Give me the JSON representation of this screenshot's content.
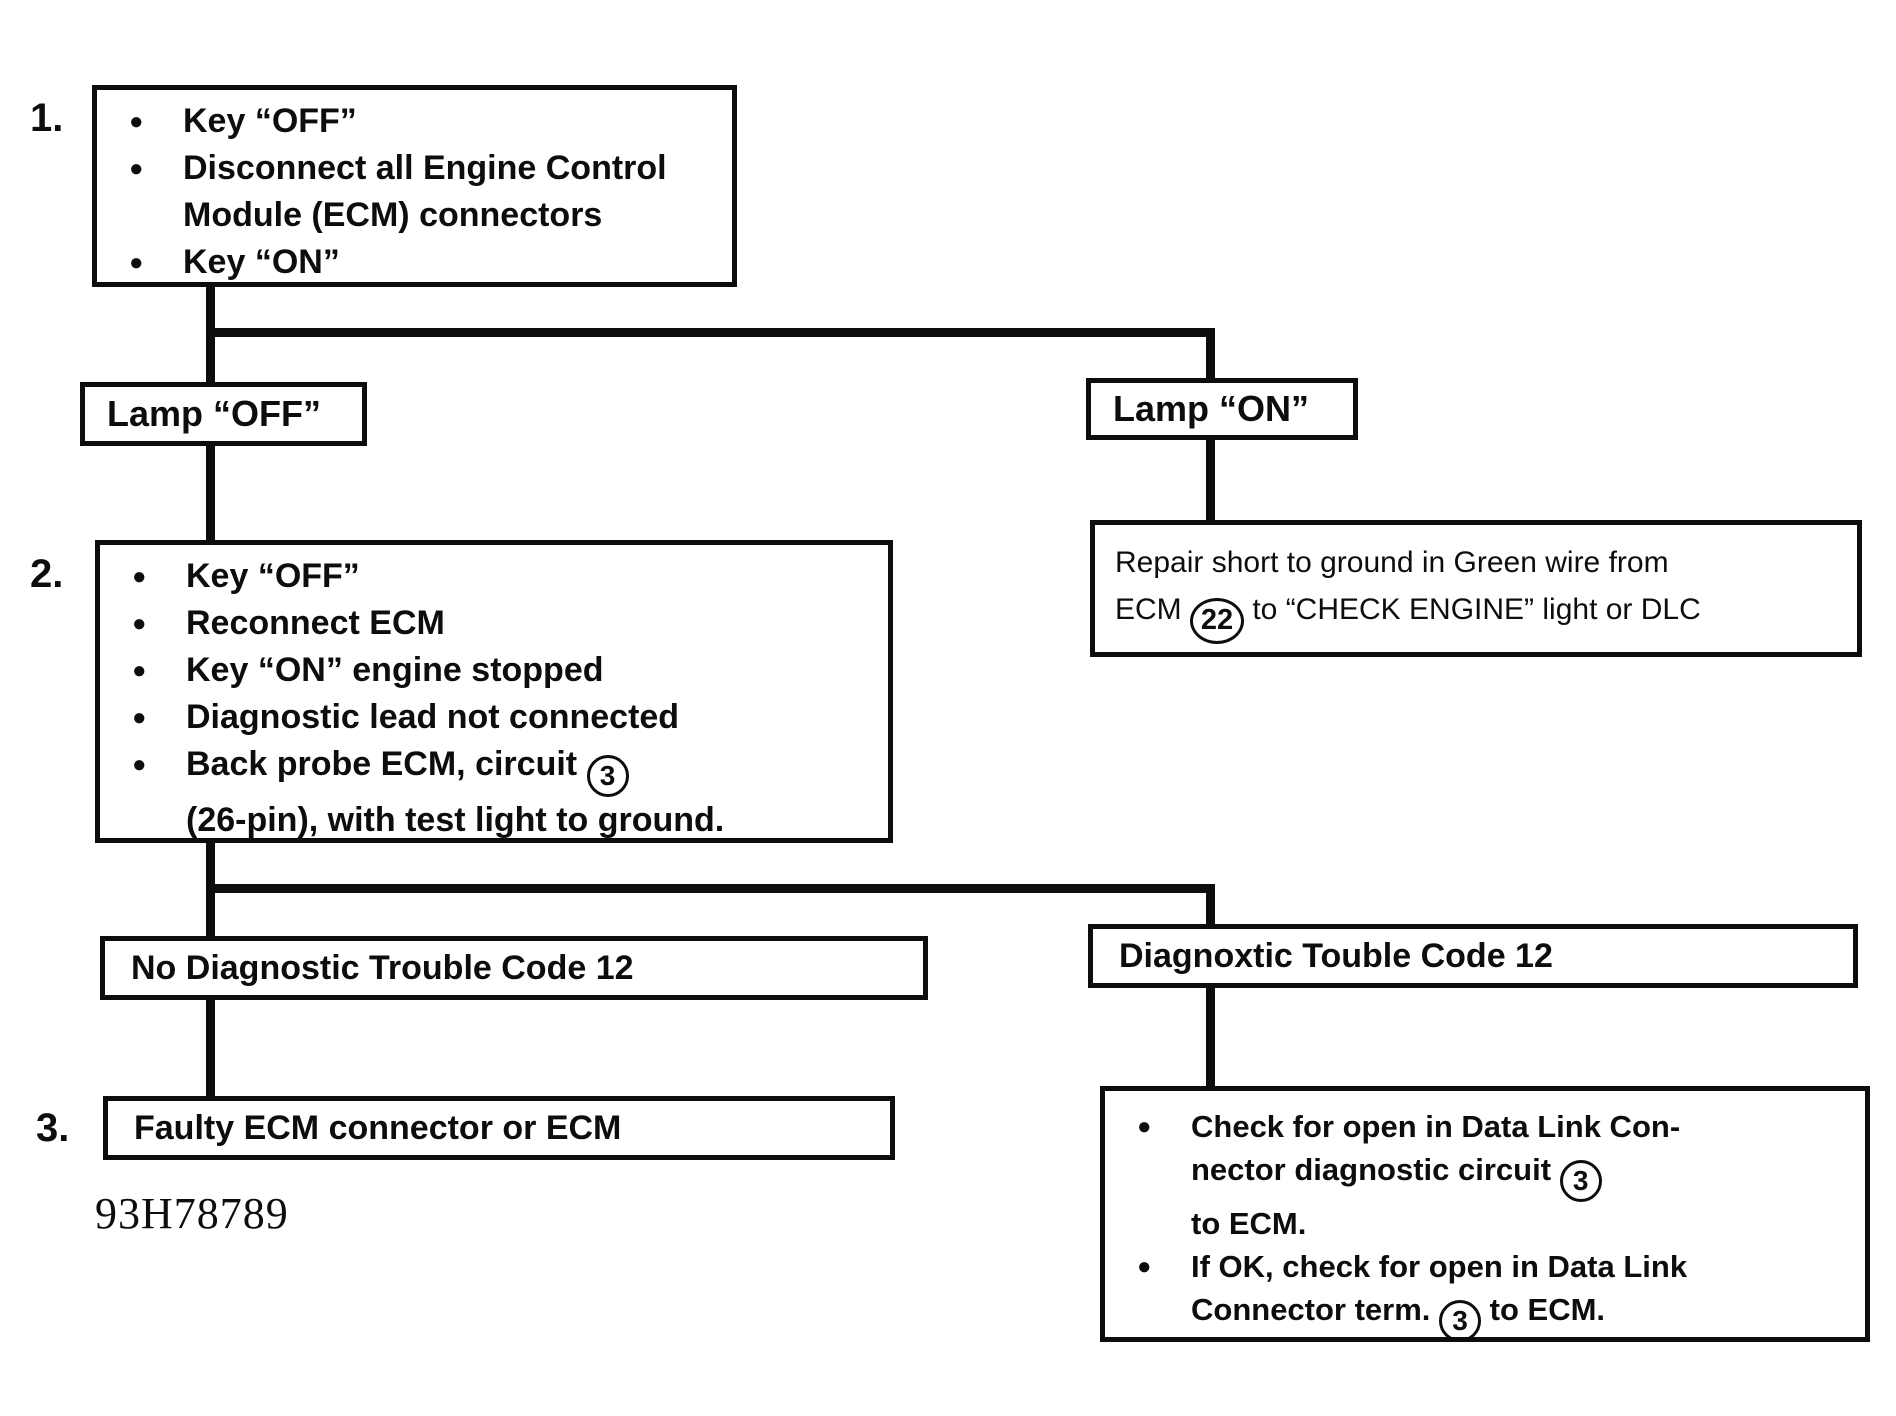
{
  "figure_id": "93H78789",
  "colors": {
    "ink": "#0d0d0d",
    "paper": "#ffffff"
  },
  "labels": {
    "step1": "1.",
    "step2": "2.",
    "step3": "3."
  },
  "boxes": {
    "step1": {
      "bullets": [
        {
          "lines": [
            [
              {
                "t": "Key “OFF”"
              }
            ]
          ]
        },
        {
          "lines": [
            [
              {
                "t": "Disconnect all Engine Control"
              }
            ],
            [
              {
                "t": "Module (ECM) connectors"
              }
            ]
          ]
        },
        {
          "lines": [
            [
              {
                "t": "Key “ON”"
              }
            ]
          ]
        }
      ]
    },
    "lamp_off": {
      "text": "Lamp “OFF”"
    },
    "lamp_on": {
      "text": "Lamp “ON”"
    },
    "step2": {
      "bullets": [
        {
          "lines": [
            [
              {
                "t": "Key “OFF”"
              }
            ]
          ]
        },
        {
          "lines": [
            [
              {
                "t": "Reconnect ECM"
              }
            ]
          ]
        },
        {
          "lines": [
            [
              {
                "t": "Key “ON” engine stopped"
              }
            ]
          ]
        },
        {
          "lines": [
            [
              {
                "t": "Diagnostic lead not connected"
              }
            ]
          ]
        },
        {
          "lines": [
            [
              {
                "t": "Back probe ECM, circuit "
              },
              {
                "c": "3"
              }
            ],
            [
              {
                "t": "(26-pin), with test light to ground."
              }
            ]
          ]
        }
      ]
    },
    "repair": {
      "lines": [
        [
          {
            "t": "Repair short to ground in Green wire from"
          }
        ],
        [
          {
            "t": "ECM "
          },
          {
            "c": "22"
          },
          {
            "t": " to “CHECK ENGINE” light or DLC"
          }
        ]
      ]
    },
    "no_dtc": {
      "text": "No Diagnostic Trouble Code 12"
    },
    "dtc12": {
      "text": "Diagnoxtic Touble Code 12"
    },
    "faulty": {
      "text": "Faulty ECM connector or ECM"
    },
    "check": {
      "bullets": [
        {
          "lines": [
            [
              {
                "t": "Check for open in Data Link Con-"
              }
            ],
            [
              {
                "t": "nector diagnostic circuit "
              },
              {
                "c": "3"
              }
            ],
            [
              {
                "t": "to ECM."
              }
            ]
          ]
        },
        {
          "lines": [
            [
              {
                "t": "If OK, check for open in Data Link"
              }
            ],
            [
              {
                "t": "Connector term. "
              },
              {
                "c": "3"
              },
              {
                "t": " to ECM."
              }
            ]
          ]
        }
      ]
    }
  }
}
